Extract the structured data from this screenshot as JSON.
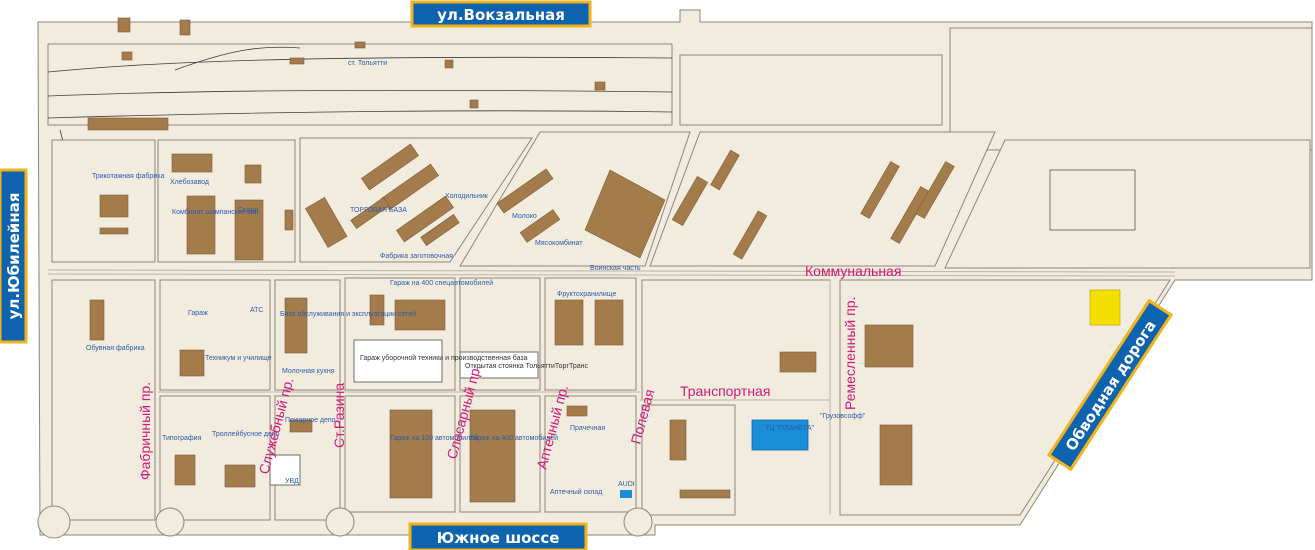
{
  "colors": {
    "block": "#f2ecdf",
    "building": "#a47c4c",
    "banner": "#0d63ae",
    "banner_border": "#f2b21b",
    "street_label": "#d4187a",
    "poi_label": "#2a5ca8",
    "planeta": "#1a8fd8",
    "highlight_yellow": "#f4e000"
  },
  "banners": {
    "top": "ул.Вокзальная",
    "left": "ул.Юбилейная",
    "bottom": "Южное шоссе",
    "right": "Обводная дорога"
  },
  "streets": {
    "kommunalnaya": "Коммунальная",
    "transportnaya": "Транспортная",
    "remeslenny": "Ремесленный пр.",
    "fabrichny": "Фабричный пр.",
    "sluzhebny": "Служебный пр.",
    "st_razina": "Ст.Разина",
    "slesarny": "Слесарный пр.",
    "aptechny": "Аптечный пр.",
    "polevaya": "Полевая"
  },
  "pois": {
    "station": "ст. Тольятти",
    "knitting": "Трикотажная фабрика",
    "bakery": "Хлебозавод",
    "sausage": "Комбинат шампанских вин",
    "warehouse": "Склад",
    "trade_base": "ТОРГОВАЯ БАЗА",
    "cold_store": "Холодильник",
    "milk": "Молоко",
    "meat": "Мясокомбинат",
    "procurement": "Фабрика заготовочная",
    "military": "Воинская часть",
    "shoe": "Обувная фабрика",
    "garage1": "Гараж",
    "ats": "АТС",
    "service_base": "База обслуживания и эксплуатации сетей",
    "garage400": "Гараж на 400 спецавтомобилей",
    "fruit_store": "Фруктохранилище",
    "cleaning_garage": "Гараж уборочной техники и производственная база",
    "open_parking": "Открытая стоянка ТольяттиТоргТранс",
    "workshops": "Техникум и училище",
    "dairy_kitchen": "Молочная кухня",
    "typography": "Типография",
    "trolley_depot": "Троллейбусное депо",
    "fire_depot": "Пожарное депо",
    "uvd": "УВД",
    "garage100": "Гараж на 100 автомобилей",
    "garage400b": "Гараж на 400 автомобилей",
    "laundry": "Прачечная",
    "pharmacy_store": "Аптечный склад",
    "audi": "AUDI",
    "planeta": "ТЦ \"ПЛАНЕТА\"",
    "gruzovsoft": "\"Грузовсофф\""
  }
}
